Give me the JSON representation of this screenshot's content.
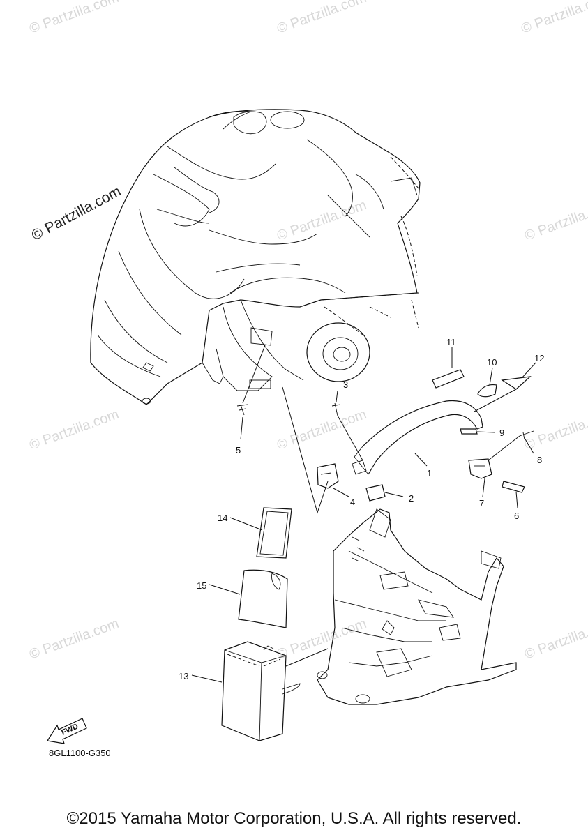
{
  "watermark": "© Partzilla.com",
  "callouts": [
    "1",
    "2",
    "3",
    "4",
    "5",
    "6",
    "7",
    "8",
    "9",
    "10",
    "11",
    "12",
    "13",
    "14",
    "15"
  ],
  "fwd_label": "FWD",
  "diagram_code": "8GL1100-G350",
  "copyright": "©2015 Yamaha Motor Corporation, U.S.A. All rights reserved."
}
